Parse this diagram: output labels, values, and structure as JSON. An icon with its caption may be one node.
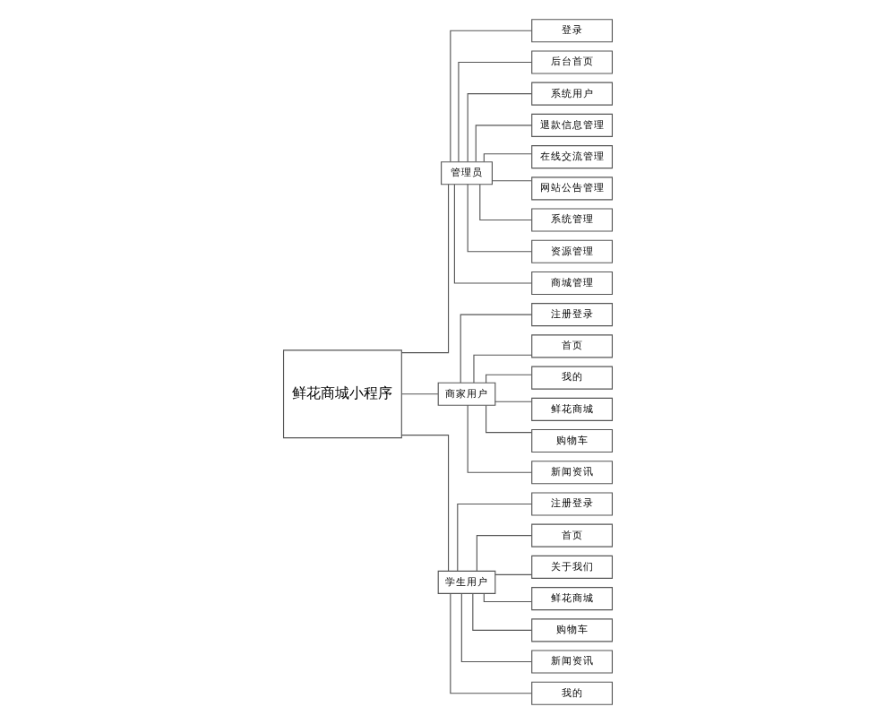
{
  "diagram": {
    "nodes": [
      {
        "text": [
          "鲜花商城小程序"
        ]
      },
      {
        "text": [
          "管理员"
        ]
      },
      {
        "text": [
          "登录"
        ]
      },
      {
        "text": [
          "后台首页"
        ]
      },
      {
        "text": [
          "系统用户"
        ]
      },
      {
        "text": [
          "退款信息管理"
        ]
      },
      {
        "text": [
          "在线交流管理"
        ]
      },
      {
        "text": [
          "网站公告管理"
        ]
      },
      {
        "text": [
          "系统管理"
        ]
      },
      {
        "text": [
          "资源管理"
        ]
      },
      {
        "text": [
          "商城管理"
        ]
      },
      {
        "text": [
          "商家用户"
        ]
      },
      {
        "text": [
          "注册登录"
        ]
      },
      {
        "text": [
          "首页"
        ]
      },
      {
        "text": [
          "我的"
        ]
      },
      {
        "text": [
          "鲜花商城"
        ]
      },
      {
        "text": [
          "购物车"
        ]
      },
      {
        "text": [
          "新闻资讯"
        ]
      },
      {
        "text": [
          "学生用户"
        ]
      },
      {
        "text": [
          "注册登录"
        ]
      },
      {
        "text": [
          "首页"
        ]
      },
      {
        "text": [
          "关于我们"
        ]
      },
      {
        "text": [
          "鲜花商城"
        ]
      },
      {
        "text": [
          "购物车"
        ]
      },
      {
        "text": [
          "新闻资讯"
        ]
      },
      {
        "text": [
          "我的"
        ]
      }
    ],
    "edges": [
      {
        "from": 0,
        "to": 1,
        "arrow": "none"
      },
      {
        "from": 1,
        "to": 2,
        "arrow": "none"
      },
      {
        "from": 1,
        "to": 3,
        "arrow": "none"
      },
      {
        "from": 1,
        "to": 4,
        "arrow": "none"
      },
      {
        "from": 1,
        "to": 5,
        "arrow": "none"
      },
      {
        "from": 1,
        "to": 6,
        "arrow": "none"
      },
      {
        "from": 1,
        "to": 7,
        "arrow": "none"
      },
      {
        "from": 1,
        "to": 8,
        "arrow": "none"
      },
      {
        "from": 1,
        "to": 9,
        "arrow": "none"
      },
      {
        "from": 1,
        "to": 10,
        "arrow": "none"
      },
      {
        "from": 0,
        "to": 11,
        "arrow": "none"
      },
      {
        "from": 11,
        "to": 12,
        "arrow": "none"
      },
      {
        "from": 11,
        "to": 13,
        "arrow": "none"
      },
      {
        "from": 11,
        "to": 14,
        "arrow": "none"
      },
      {
        "from": 11,
        "to": 15,
        "arrow": "none"
      },
      {
        "from": 11,
        "to": 16,
        "arrow": "none"
      },
      {
        "from": 11,
        "to": 17,
        "arrow": "none"
      },
      {
        "from": 0,
        "to": 18,
        "arrow": "none"
      },
      {
        "from": 18,
        "to": 19,
        "arrow": "none"
      },
      {
        "from": 18,
        "to": 20,
        "arrow": "none"
      },
      {
        "from": 18,
        "to": 21,
        "arrow": "none"
      },
      {
        "from": 18,
        "to": 22,
        "arrow": "none"
      },
      {
        "from": 18,
        "to": 23,
        "arrow": "none"
      },
      {
        "from": 18,
        "to": 24,
        "arrow": "none"
      },
      {
        "from": 18,
        "to": 25,
        "arrow": "none"
      }
    ]
  }
}
